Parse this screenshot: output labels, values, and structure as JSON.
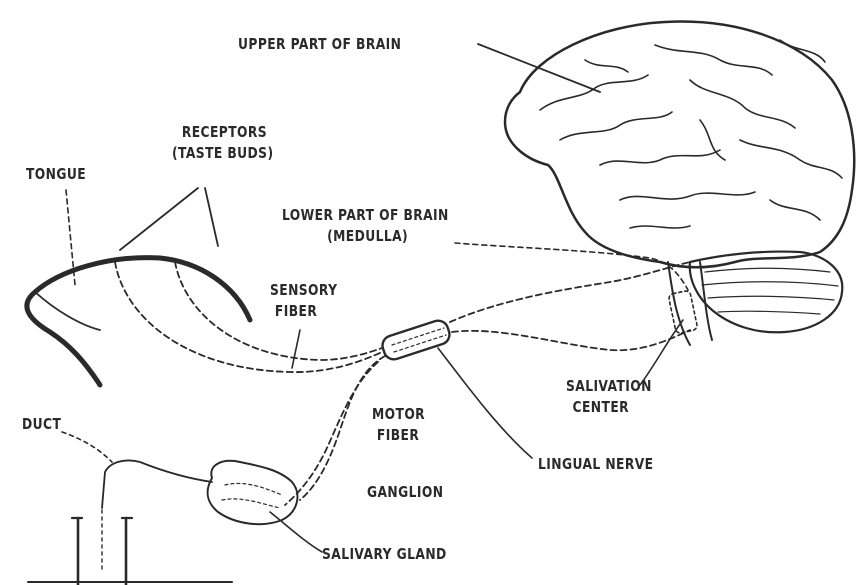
{
  "labels": {
    "upper_brain": "UPPER PART OF BRAIN",
    "receptors_line1": "RECEPTORS",
    "receptors_line2": "(TASTE BUDS)",
    "tongue": "TONGUE",
    "lower_brain_line1": "LOWER PART OF BRAIN",
    "lower_brain_line2": "(MEDULLA)",
    "sensory_line1": "SENSORY",
    "sensory_line2": "FIBER",
    "salivation_line1": "SALIVATION",
    "salivation_line2": "CENTER",
    "motor_line1": "MOTOR",
    "motor_line2": "FIBER",
    "duct": "DUCT",
    "lingual_nerve": "LINGUAL NERVE",
    "ganglion": "GANGLION",
    "salivary_gland": "SALIVARY GLAND"
  },
  "colors": {
    "ink": "#2a2a2a",
    "background": "#ffffff"
  }
}
